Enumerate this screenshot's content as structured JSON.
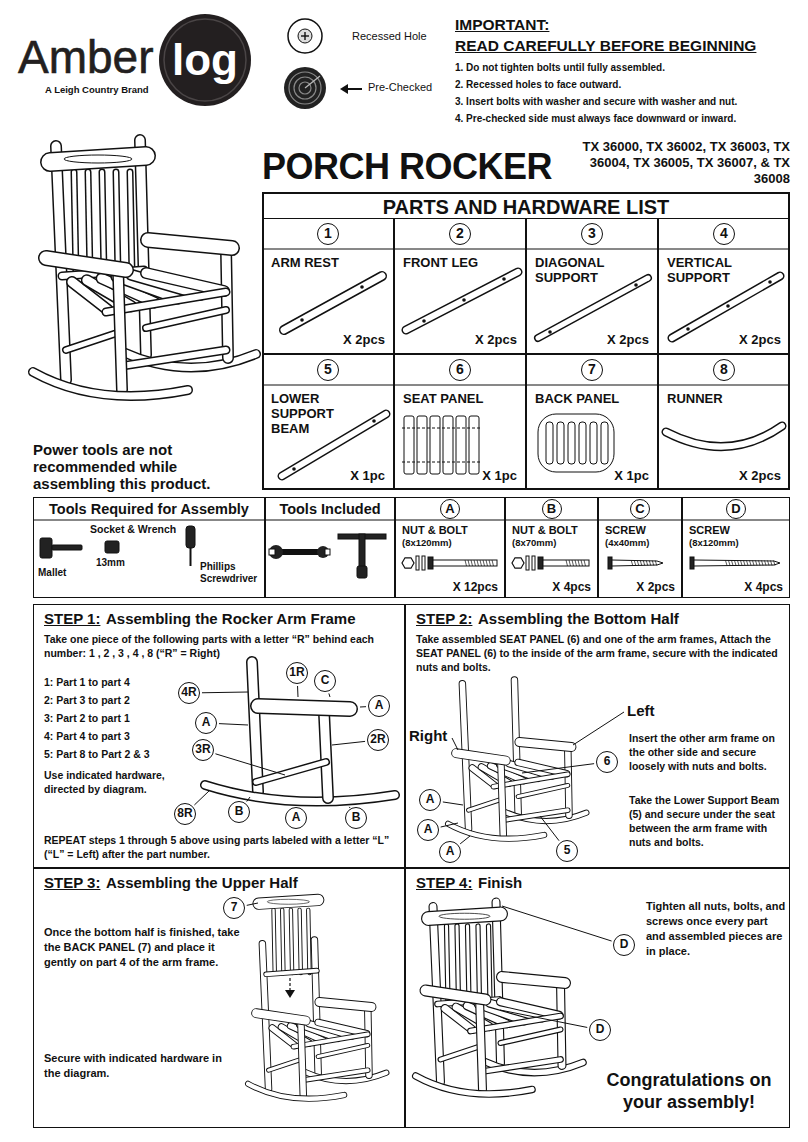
{
  "diagram": {
    "title": "PORCH ROCKER",
    "nodes": [
      {
        "text": [
          "PARTS AND HARDWARE LIST"
        ]
      },
      {
        "text": [
          "1",
          "ARM REST",
          "X 2pcs"
        ],
        "in": 0
      },
      {
        "text": [
          "2",
          "FRONT LEG",
          "X 2pcs"
        ],
        "in": 0
      },
      {
        "text": [
          "3",
          "DIAGONAL SUPPORT",
          "X 2pcs"
        ],
        "in": 0
      },
      {
        "text": [
          "4",
          "VERTICAL SUPPORT",
          "X 2pcs"
        ],
        "in": 0
      },
      {
        "text": [
          "5",
          "LOWER SUPPORT BEAM",
          "X 1pc"
        ],
        "in": 0
      },
      {
        "text": [
          "6",
          "SEAT PANEL",
          "X 1pc"
        ],
        "in": 0
      },
      {
        "text": [
          "7",
          "BACK PANEL",
          "X 1pc"
        ],
        "in": 0
      },
      {
        "text": [
          "8",
          "RUNNER",
          "X 2pcs"
        ],
        "in": 0
      },
      {
        "text": [
          "Tools Required for Assembly"
        ]
      },
      {
        "text": [
          "Tools Included"
        ]
      },
      {
        "text": [
          "A",
          "NUT & BOLT",
          "(8x120mm)",
          "X 12pcs"
        ]
      },
      {
        "text": [
          "B",
          "NUT & BOLT",
          "(8x70mm)",
          "X 4pcs"
        ]
      },
      {
        "text": [
          "C",
          "SCREW",
          "(4x40mm)",
          "X 2pcs"
        ]
      },
      {
        "text": [
          "D",
          "SCREW",
          "(8x120mm)",
          "X 4pcs"
        ]
      },
      {
        "text": [
          "STEP 1:",
          "Assembling the Rocker Arm Frame",
          "Take one piece of the following parts with a letter “R” behind each number: 1 , 2 , 3 , 4 , 8 (“R” = Right)",
          "1: Part 1 to part 4",
          "2: Part 3 to part 2",
          "3: Part 2 to part 1",
          "4: Part 4 to part 3",
          "5: Part 8 to Part 2 & 3",
          "Use indicated hardware, directed by diagram.",
          "REPEAT steps 1 through 5 above using parts labeled with a letter “L” (“L” = Left) after the part number."
        ]
      },
      {
        "text": [
          "STEP 2:",
          "Assembling the Bottom Half",
          "Take assembled SEAT PANEL (6) and one of the arm frames, Attach the SEAT PANEL (6) to the inside of the arm frame, secure with the indicated nuts and bolts.",
          "Insert the other arm frame on the other side and secure loosely with nuts and bolts.",
          "Take the Lower Support Beam (5) and secure under the seat between the arm frame with nuts and bolts."
        ]
      },
      {
        "text": [
          "STEP 3:",
          "Assembling the Upper Half",
          "Once the bottom half is finished, take the BACK PANEL (7) and place it gently on part 4 of the arm frame.",
          "Secure with indicated hardware in the diagram."
        ]
      },
      {
        "text": [
          "STEP 4:",
          "Finish",
          "Tighten all nuts, bolts, and screws once every part and assembled pieces are in place.",
          "Congratulations on your assembly!"
        ]
      }
    ],
    "labels": [
      "Amber",
      "log",
      "A Leigh Country Brand",
      "Recessed Hole",
      "Pre-Checked",
      "IMPORTANT:",
      "READ CAREFULLY BEFORE BEGINNING",
      "1. Do not tighten bolts until fully assembled.",
      "2. Recessed holes to face outward.",
      "3. Insert bolts with washer and secure with washer and nut.",
      "4. Pre-checked side must always face downward or inward.",
      "TX 36000, TX 36002, TX 36003, TX 36004, TX 36005, TX 36007, & TX 36008",
      "Power tools are not recommended while assembling this product.",
      "Socket & Wrench",
      "13mm",
      "Mallet",
      "Phillips Screwdriver",
      "1R",
      "C",
      "4R",
      "A",
      "A",
      "2R",
      "3R",
      "8R",
      "B",
      "A",
      "B",
      "Left",
      "Right",
      "6",
      "A",
      "A",
      "A",
      "5",
      "7",
      "D",
      "D"
    ]
  }
}
